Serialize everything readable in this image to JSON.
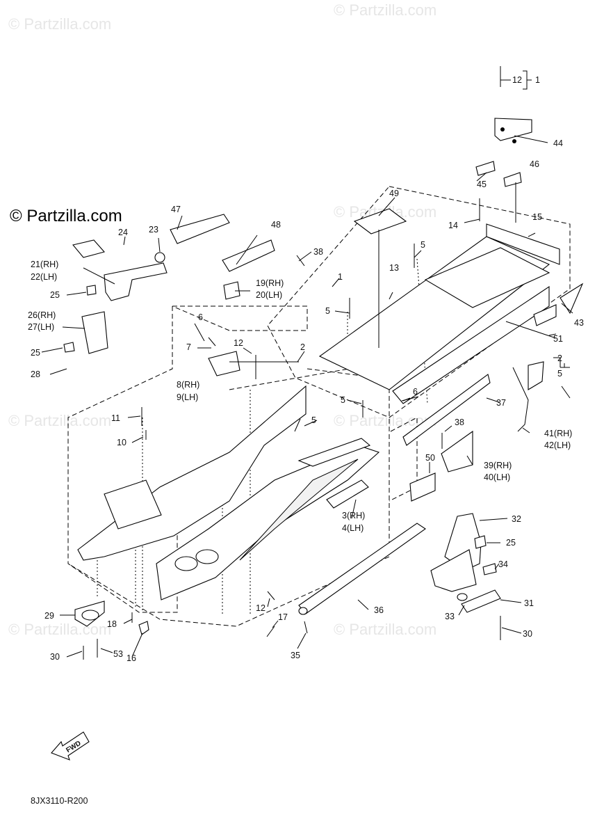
{
  "watermark": {
    "text": "© Partzilla.com"
  },
  "brand": {
    "text": "© Partzilla.com"
  },
  "diagram_code": "8JX3110-R200",
  "fwd_label": "FWD",
  "callouts": {
    "c1": "1",
    "c12a": "12",
    "c44": "44",
    "c45": "45",
    "c46": "46",
    "c47": "47",
    "c48": "48",
    "c49": "49",
    "c14": "14",
    "c15": "15",
    "c24": "24",
    "c23": "23",
    "c38a": "38",
    "c1b": "1",
    "c13": "13",
    "c21": "21(RH)",
    "c22": "22(LH)",
    "c19": "19(RH)",
    "c20": "20(LH)",
    "c25a": "25",
    "c26": "26(RH)",
    "c27": "27(LH)",
    "c5a": "5",
    "c5b": "5",
    "c43": "43",
    "c6a": "6",
    "c7": "7",
    "c12b": "12",
    "c2a": "2",
    "c51": "51",
    "c25b": "25",
    "c28": "28",
    "c8": "8(RH)",
    "c9": "9(LH)",
    "c2b": "2",
    "c5c": "5",
    "c6b": "6",
    "c37": "37",
    "c11": "11",
    "c5d": "5",
    "c5e": "5",
    "c38b": "38",
    "c41": "41(RH)",
    "c42": "42(LH)",
    "c10": "10",
    "c50": "50",
    "c39": "39(RH)",
    "c40": "40(LH)",
    "c3": "3(RH)",
    "c4": "4(LH)",
    "c32": "32",
    "c25c": "25",
    "c34": "34",
    "c31": "31",
    "c36": "36",
    "c12c": "12",
    "c33": "33",
    "c29": "29",
    "c18": "18",
    "c17": "17",
    "c30a": "30",
    "c53": "53",
    "c16": "16",
    "c35": "35",
    "c30b": "30"
  }
}
